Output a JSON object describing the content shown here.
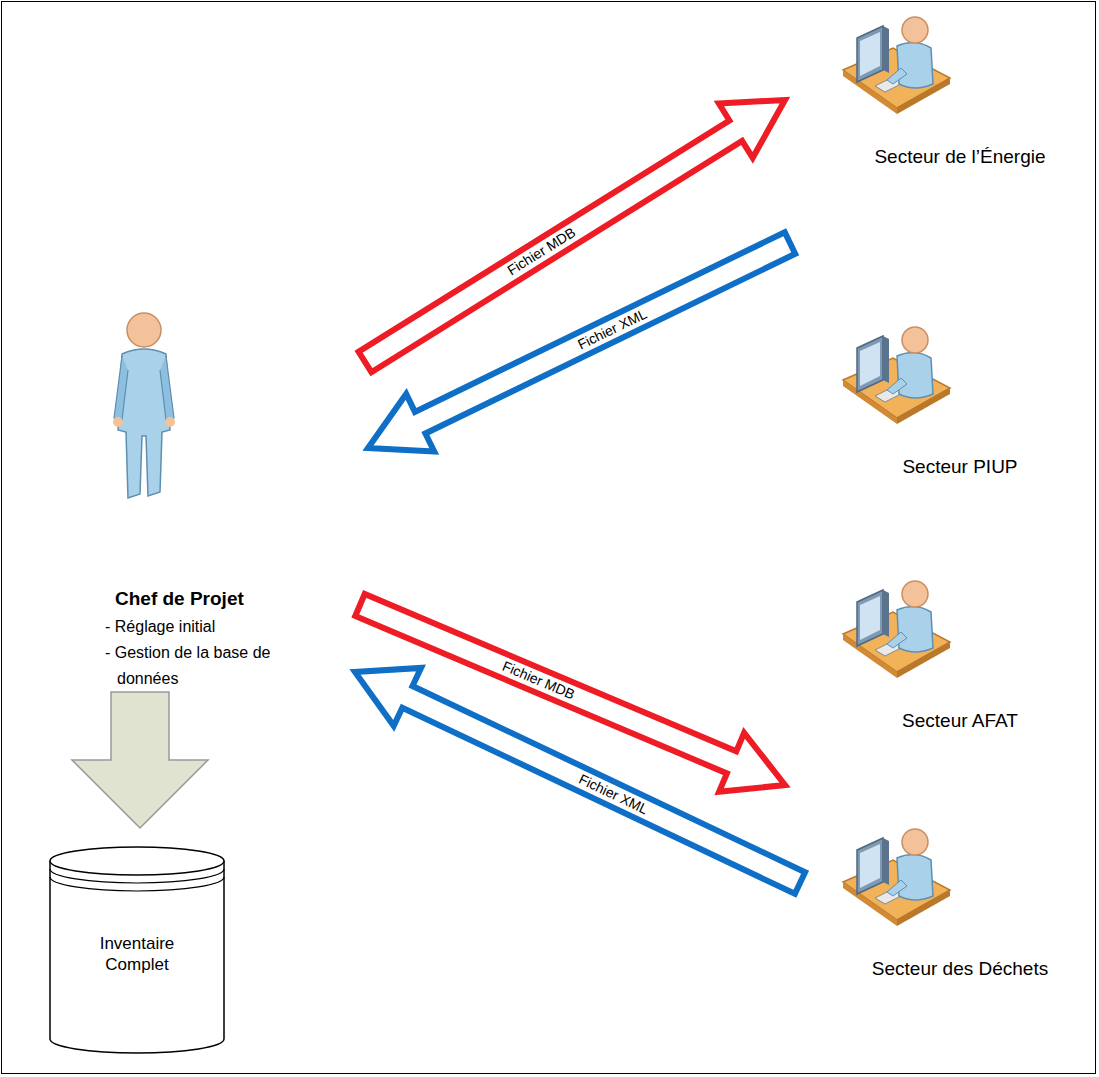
{
  "diagram": {
    "nodes": [
      {
        "text": [
          "Chef de Projet",
          "- Réglage initial",
          "- Gestion de la base de données"
        ]
      },
      {
        "text": [
          "Secteur de l’Énergie"
        ]
      },
      {
        "text": [
          "Secteur PIUP"
        ]
      },
      {
        "text": [
          "Secteur AFAT"
        ]
      },
      {
        "text": [
          "Secteur des Déchets"
        ]
      },
      {
        "text": [
          "Inventaire Complet"
        ]
      }
    ],
    "edges": [
      {
        "from": 0,
        "to": 1,
        "label": "Fichier MDB",
        "arrow": "to"
      },
      {
        "from": 1,
        "to": 0,
        "label": "Fichier XML",
        "arrow": "to"
      },
      {
        "from": 0,
        "to": 4,
        "label": "Fichier MDB",
        "arrow": "to"
      },
      {
        "from": 4,
        "to": 0,
        "label": "Fichier XML",
        "arrow": "to"
      },
      {
        "from": 0,
        "to": 5,
        "arrow": "to"
      }
    ]
  }
}
